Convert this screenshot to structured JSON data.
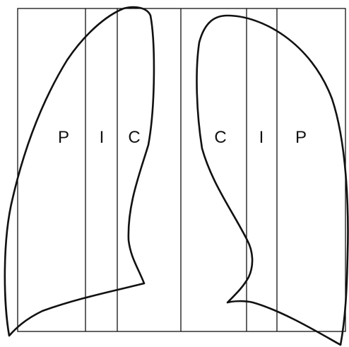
{
  "diagram": {
    "colors": {
      "stroke": "#111111",
      "background": "#ffffff"
    },
    "left_lung_labels": [
      "P",
      "I",
      "C"
    ],
    "right_lung_labels": [
      "C",
      "I",
      "P"
    ]
  }
}
